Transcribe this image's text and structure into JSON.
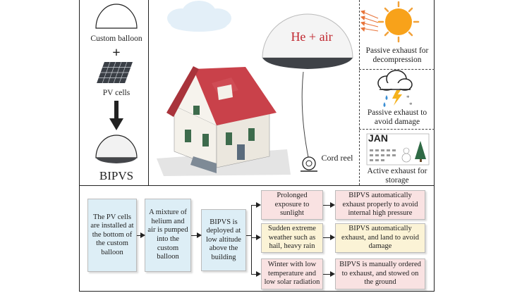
{
  "top_left": {
    "custom_balloon": "Custom balloon",
    "plus": "+",
    "pv_cells": "PV cells",
    "bipvs": "BIPVS"
  },
  "center": {
    "balloon_label": "He + air",
    "cord_reel": "Cord reel"
  },
  "right_panel": {
    "passive_decompression": "Passive exhaust for decompression",
    "passive_damage": "Passive exhaust to avoid damage",
    "calendar_month": "JAN",
    "active_storage": "Active exhaust for storage"
  },
  "flow": {
    "step1": "The PV cells are installed at the bottom of the custom balloon",
    "step2": "A mixture of helium and air is pumped into the custom balloon",
    "step3": "BIPVS is deployed at low altitude above the building",
    "cond1": "Prolonged exposure to sunlight",
    "cond2": "Sudden extreme weather such as hail, heavy rain",
    "cond3": "Winter with low temperature and low solar radiation",
    "res1": "BIPVS automatically exhaust properly to avoid internal high pressure",
    "res2": "BIPVS automatically exhaust, and land to avoid damage",
    "res3": "BIPVS is manually ordered to exhaust, and stowed on the ground"
  }
}
